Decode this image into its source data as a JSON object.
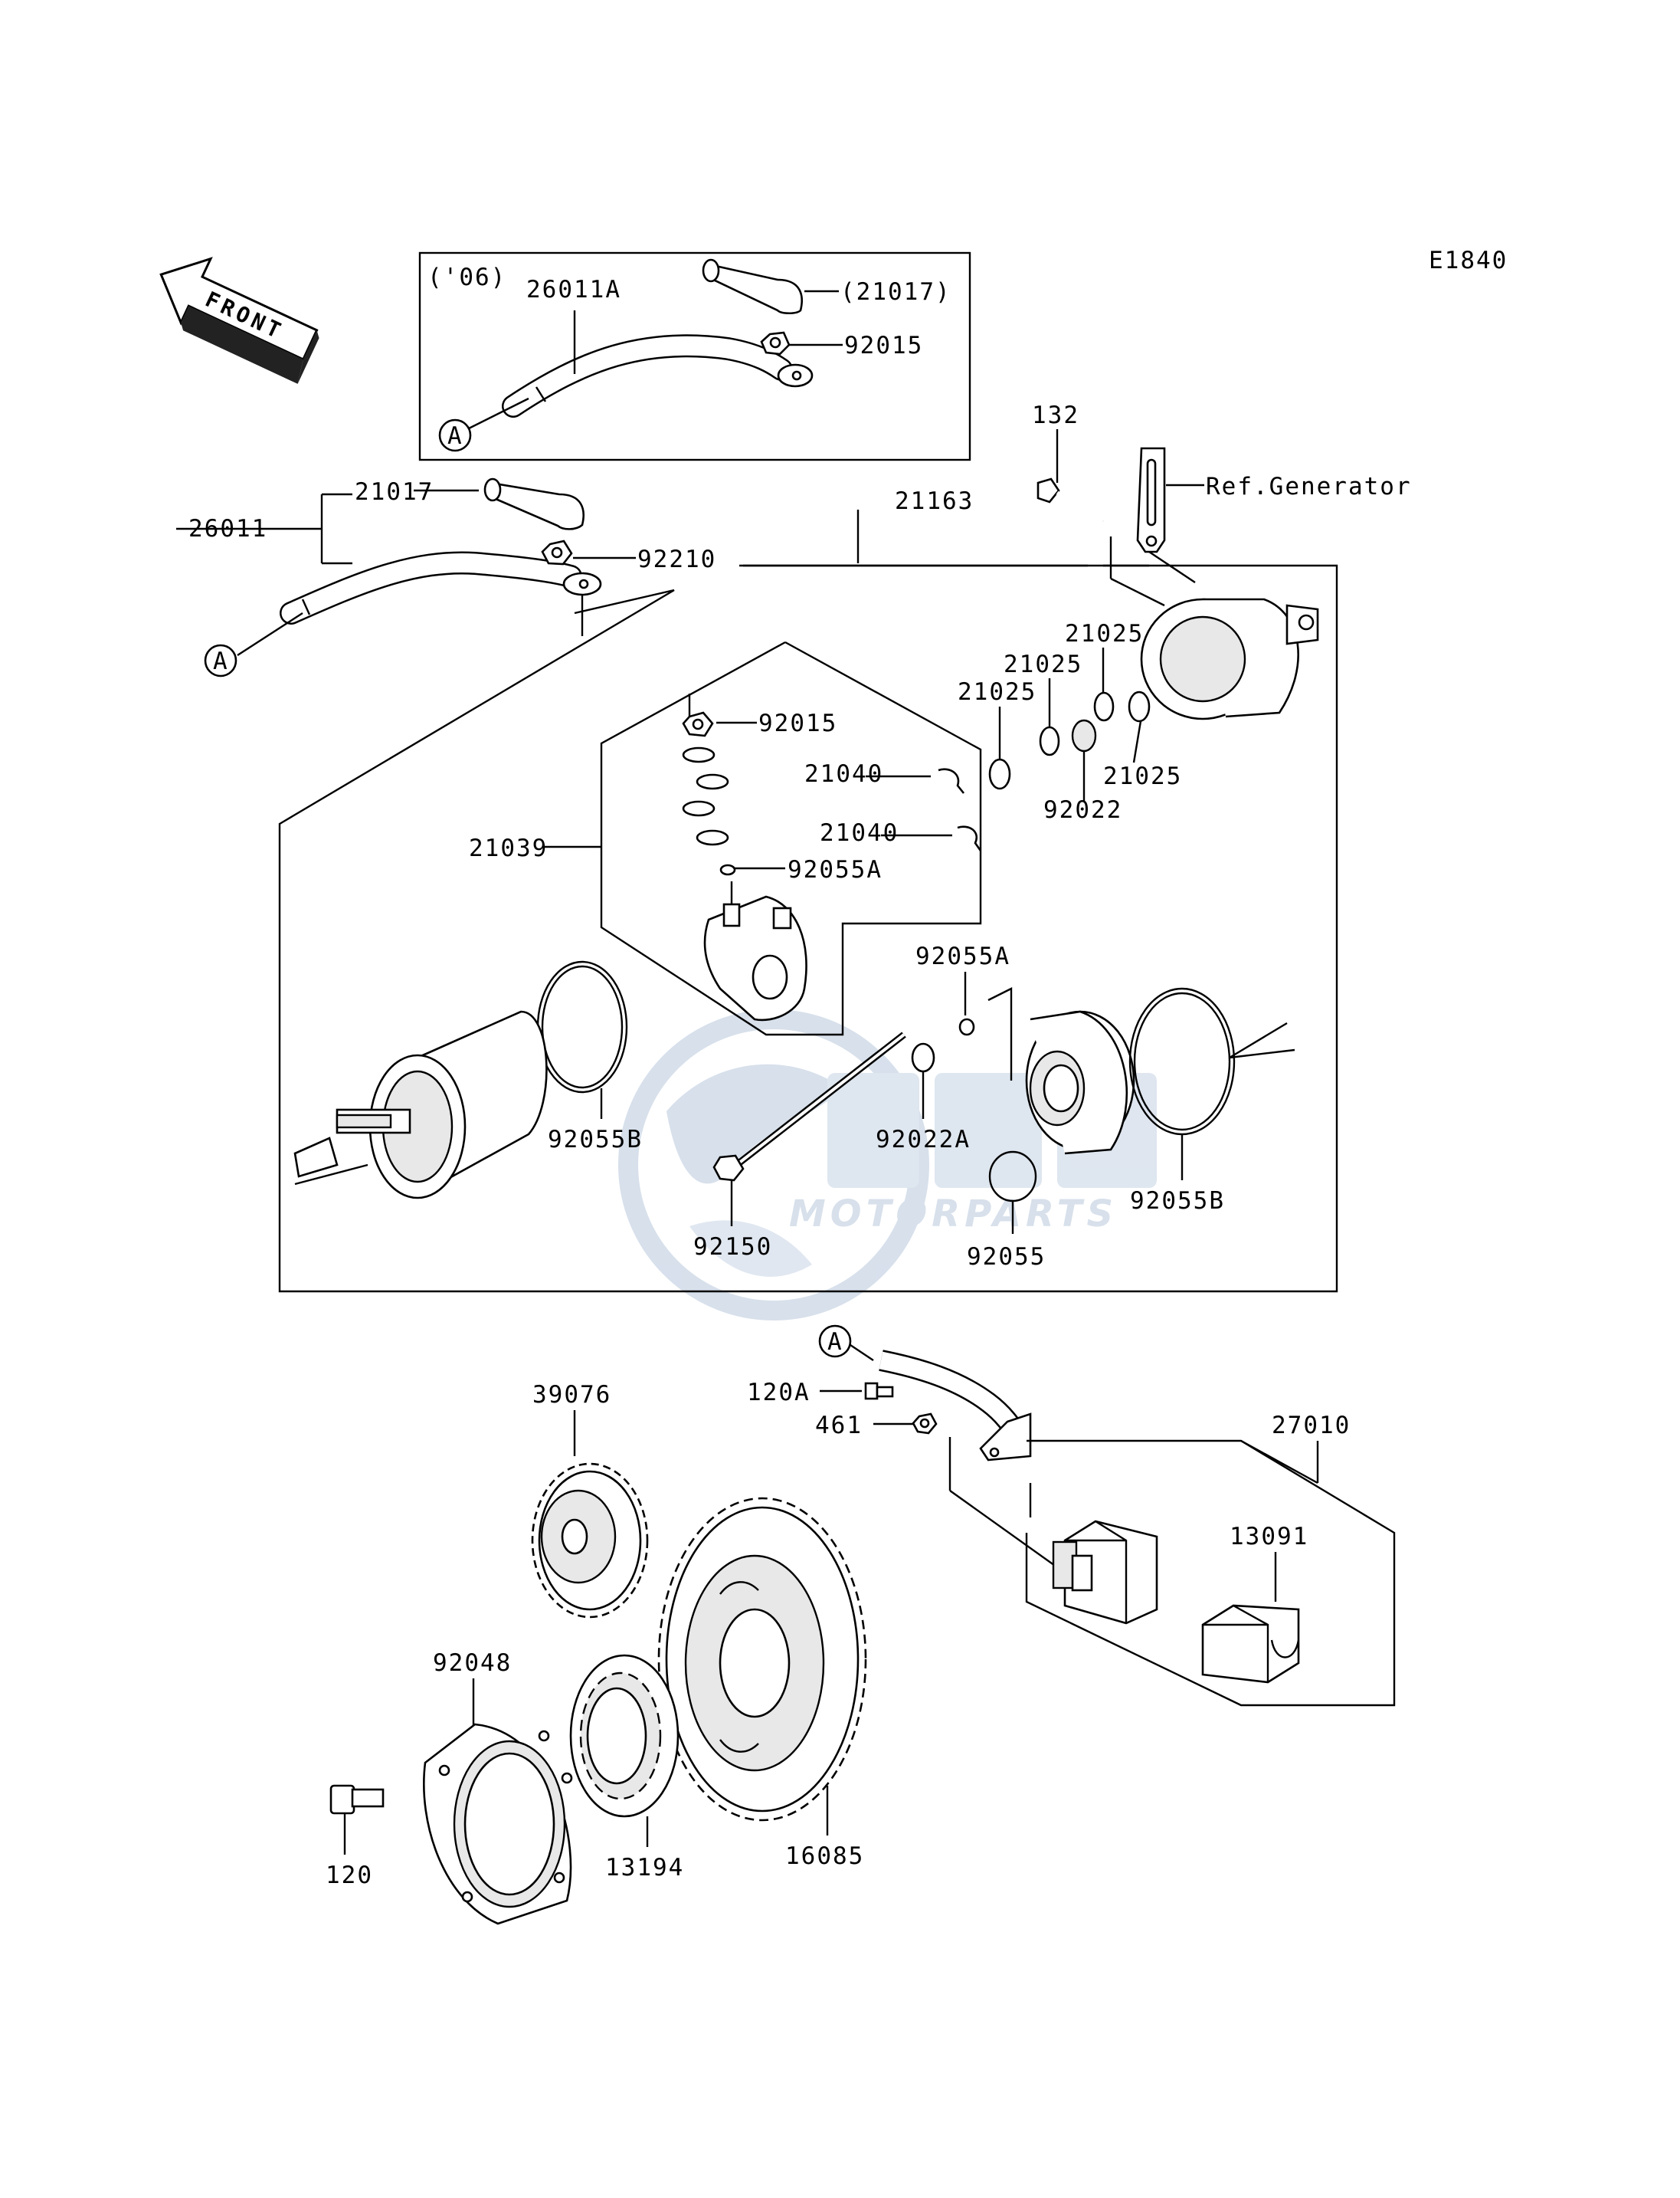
{
  "diagram_code": "E1840",
  "front_label": "FRONT",
  "box_06_label": "('06)",
  "ref_generator": "Ref.Generator",
  "watermark": {
    "brand": "MOTORPARTS",
    "color": "#b7c7dc"
  },
  "callouts": {
    "c26011A": "26011A",
    "c21017p": "(21017)",
    "c92015a": "92015",
    "cA1": "A",
    "c132": "132",
    "c21017": "21017",
    "c26011": "26011",
    "c92210": "92210",
    "c21163": "21163",
    "cA2": "A",
    "c21025a": "21025",
    "c21025b": "21025",
    "c21025c": "21025",
    "c21025d": "21025",
    "c92022": "92022",
    "c92015b": "92015",
    "c21040a": "21040",
    "c21040b": "21040",
    "c21039": "21039",
    "c92055Aa": "92055A",
    "c92055Ab": "92055A",
    "c92055Ba": "92055B",
    "c92022A": "92022A",
    "c92055Bb": "92055B",
    "c92150": "92150",
    "c92055": "92055",
    "cA3": "A",
    "c39076": "39076",
    "c120A": "120A",
    "c461": "461",
    "c27010": "27010",
    "c13091": "13091",
    "c92048": "92048",
    "c120": "120",
    "c13194": "13194",
    "c16085": "16085"
  }
}
